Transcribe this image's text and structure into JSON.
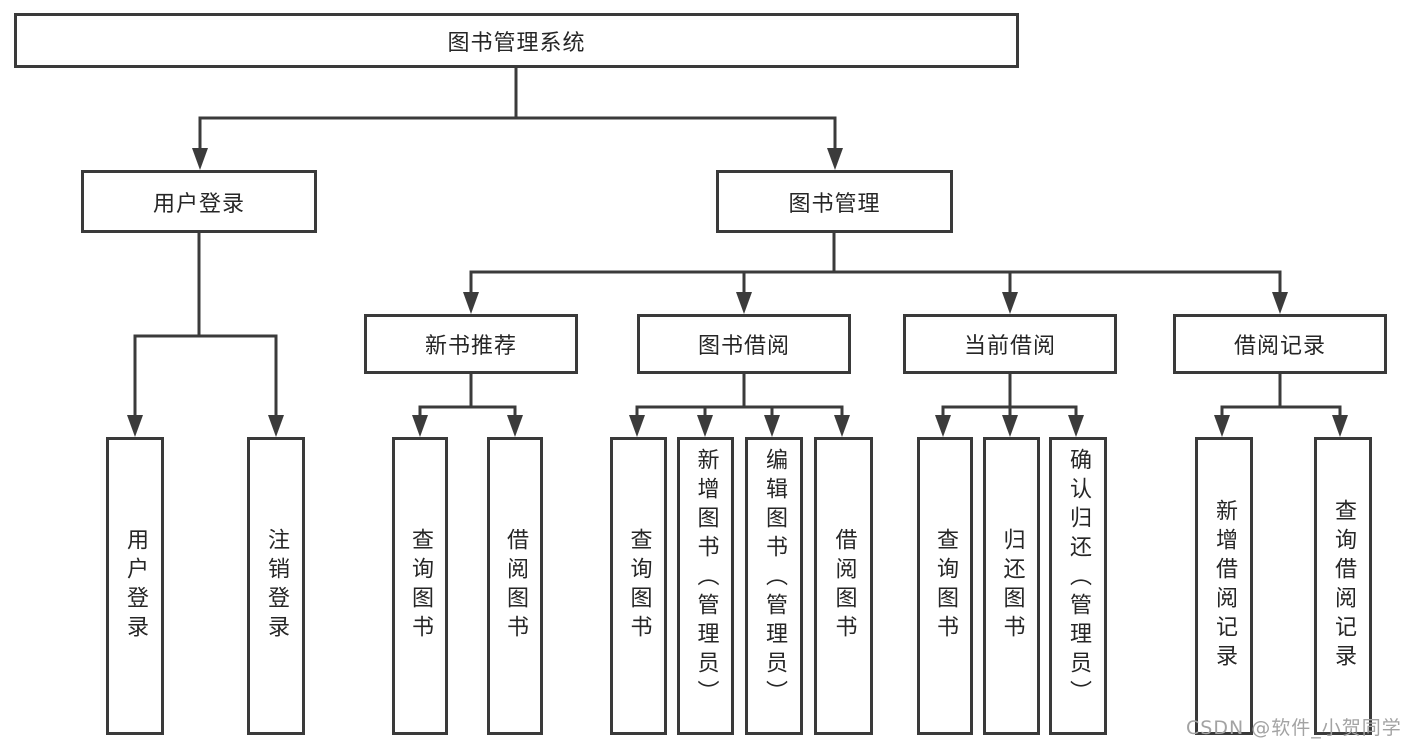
{
  "diagram": {
    "title": "图书管理系统",
    "root": {
      "label": "图书管理系统"
    },
    "branches": [
      {
        "label": "用户登录",
        "children": [
          {
            "label": "用户登录"
          },
          {
            "label": "注销登录"
          }
        ]
      },
      {
        "label": "图书管理",
        "children": [
          {
            "label": "新书推荐",
            "children": [
              {
                "label": "查询图书"
              },
              {
                "label": "借阅图书"
              }
            ]
          },
          {
            "label": "图书借阅",
            "children": [
              {
                "label": "查询图书"
              },
              {
                "label": "新增图书（管理员）"
              },
              {
                "label": "编辑图书（管理员）"
              },
              {
                "label": "借阅图书"
              }
            ]
          },
          {
            "label": "当前借阅",
            "children": [
              {
                "label": "查询图书"
              },
              {
                "label": "归还图书"
              },
              {
                "label": "确认归还（管理员）"
              }
            ]
          },
          {
            "label": "借阅记录",
            "children": [
              {
                "label": "新增借阅记录"
              },
              {
                "label": "查询借阅记录"
              }
            ]
          }
        ]
      }
    ]
  },
  "watermark": {
    "text": "CSDN @软件_小贺同学"
  },
  "colors": {
    "line": "#3b3b3b",
    "box_border": "#3a3a3a",
    "text": "#262626",
    "watermark": "#a3a3a3",
    "background": "#ffffff"
  }
}
